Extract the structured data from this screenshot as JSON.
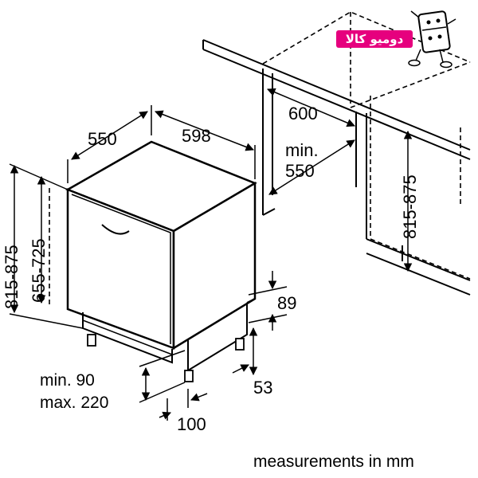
{
  "logo": {
    "text": "دوميو كالا"
  },
  "dimensions": {
    "niche_width": "600",
    "niche_depth_min_label": "min.",
    "niche_depth_min_value": "550",
    "niche_height": "815-875",
    "appliance_depth": "550",
    "appliance_width": "598",
    "appliance_height_left": "815-875",
    "door_height": "655-725",
    "plinth_height": "89",
    "plinth_gap": "53",
    "foot_min": "min. 90",
    "foot_max": "max. 220",
    "foot_offset": "100"
  },
  "caption": "measurements in mm"
}
